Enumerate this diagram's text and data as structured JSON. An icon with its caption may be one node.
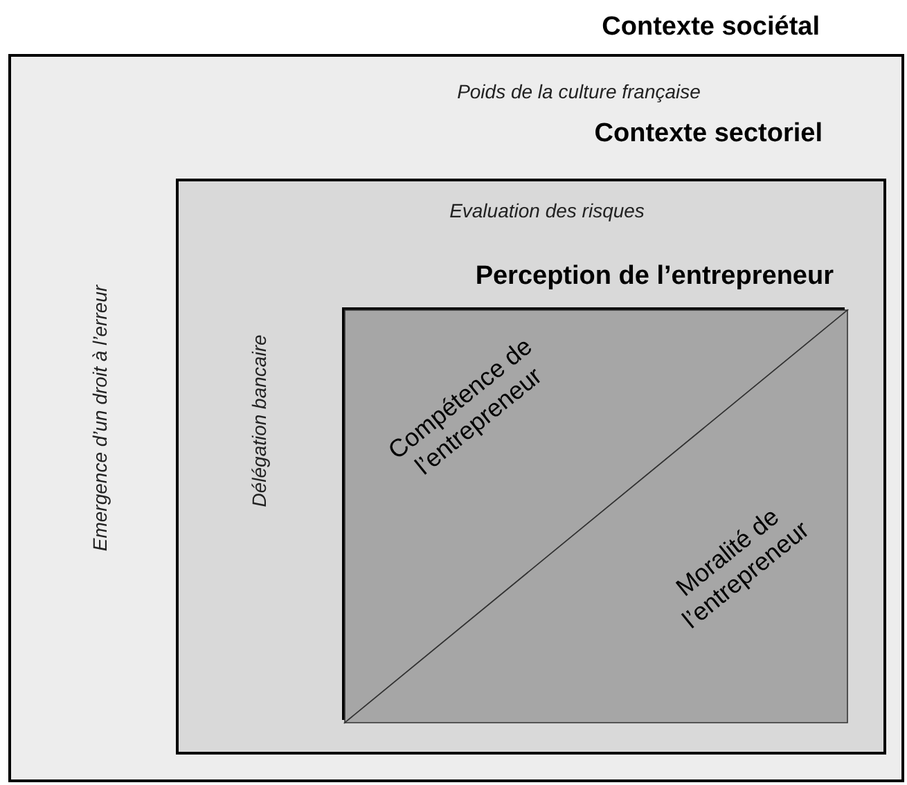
{
  "diagram": {
    "nodes": [
      {
        "text": [
          "Contexte sociétal",
          "Poids de la culture française",
          "Emergence d’un droit à l’erreur"
        ]
      },
      {
        "text": [
          "Contexte sectoriel",
          "Evaluation des risques",
          "Délégation bancaire"
        ],
        "in": 0
      },
      {
        "text": [
          "Perception de l’entrepreneur"
        ],
        "in": 1
      },
      {
        "text": [
          "Compétence de l’entrepreneur"
        ],
        "in": 2
      },
      {
        "text": [
          "Moralité de l’entrepreneur"
        ],
        "in": 2
      }
    ]
  }
}
